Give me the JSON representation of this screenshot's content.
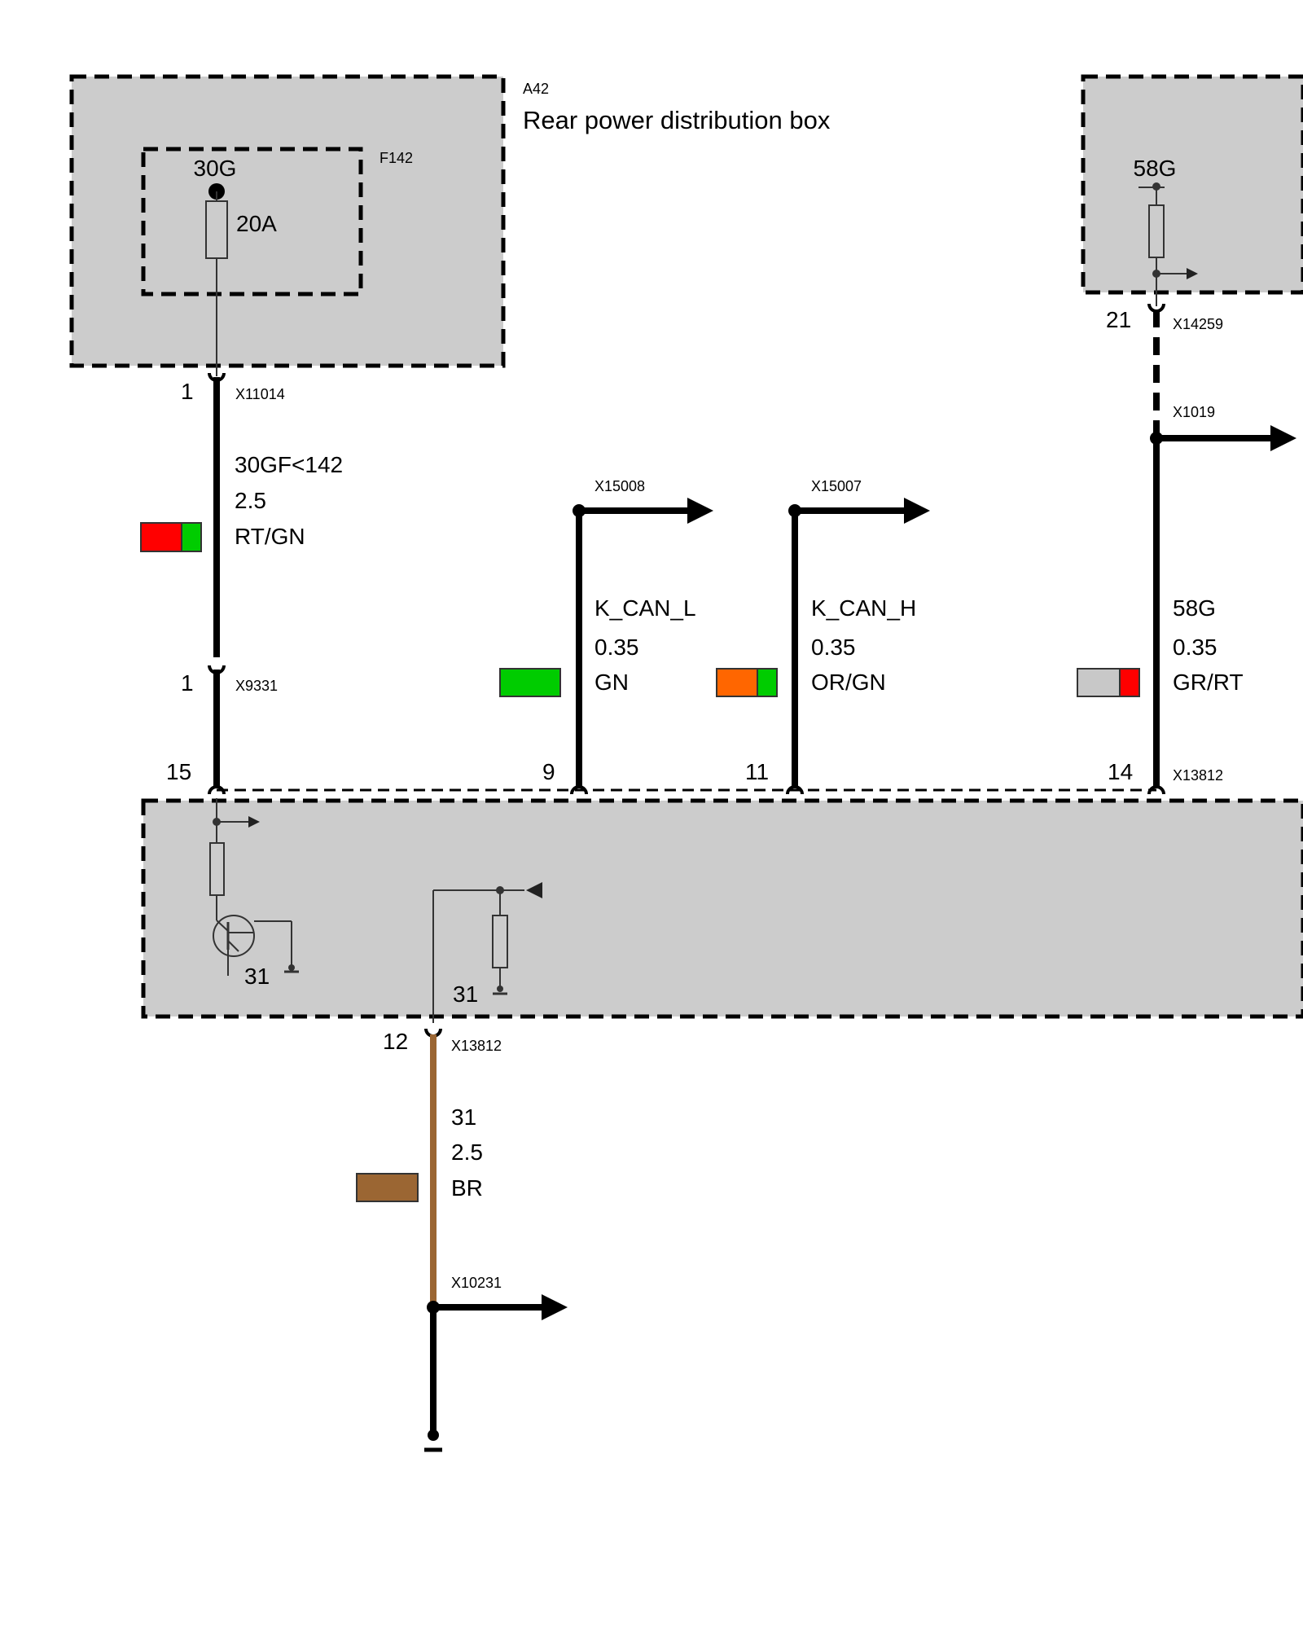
{
  "colors": {
    "background": "#ffffff",
    "component_fill": "#cccccc",
    "wire_black": "#000000",
    "wire_brown": "#9b6633",
    "red": "#ff0000",
    "green": "#00cc00",
    "orange": "#ff6600",
    "grey": "#c8c8c8",
    "brown": "#9b6633"
  },
  "rear_box": {
    "id": "A42",
    "title": "Rear power distribution box",
    "fuse_id": "F142",
    "terminal": "30G",
    "rating": "20A"
  },
  "light_module": {
    "terminal": "58G"
  },
  "wires": [
    {
      "pin_top": "1",
      "connector_top": "X11014",
      "name": "30GF<142",
      "size": "2.5",
      "color_code": "RT/GN",
      "swatch": [
        "red",
        "green"
      ],
      "pin_bottom": "1",
      "connector_bottom": "X9331"
    },
    {
      "connector_top": "X15008",
      "name": "K_CAN_L",
      "size": "0.35",
      "color_code": "GN",
      "swatch": [
        "green"
      ]
    },
    {
      "connector_top": "X15007",
      "name": "K_CAN_H",
      "size": "0.35",
      "color_code": "OR/GN",
      "swatch": [
        "orange",
        "green"
      ]
    },
    {
      "pin_top": "21",
      "connector_top": "X14259",
      "splice": "X1019",
      "name": "58G",
      "size": "0.35",
      "color_code": "GR/RT",
      "swatch": [
        "grey",
        "red"
      ]
    }
  ],
  "main_connector": {
    "id": "X13812",
    "pins": [
      "15",
      "9",
      "11",
      "14"
    ]
  },
  "internal_grounds": [
    "31",
    "31"
  ],
  "ground_wire": {
    "pin": "12",
    "connector": "X13812",
    "name": "31",
    "size": "2.5",
    "color_code": "BR",
    "splice": "X10231"
  }
}
